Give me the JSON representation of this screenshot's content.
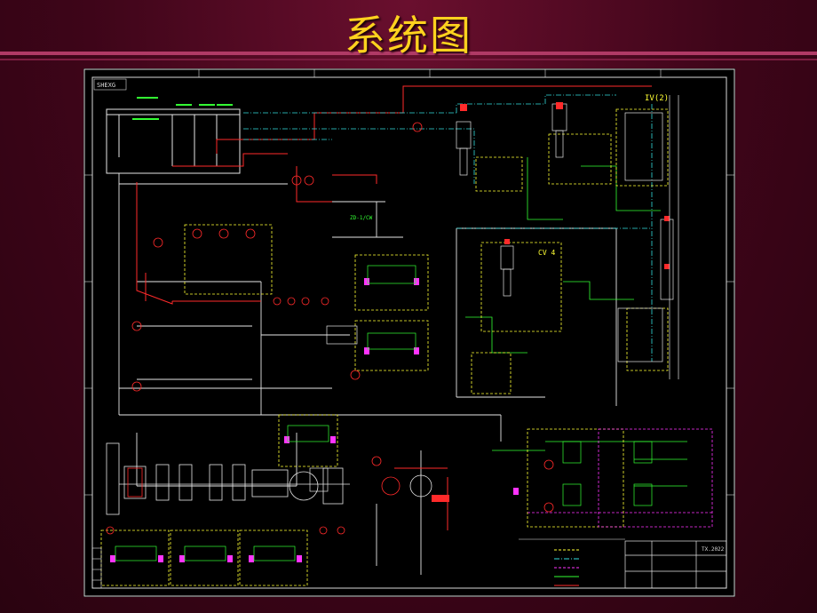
{
  "slide": {
    "title": "系统图"
  },
  "drawing": {
    "sheet_tag": "SHEXG",
    "label_iv2": "IV(2)",
    "label_cv4": "CV 4",
    "label_zd": "ZD-1/CW",
    "title_block_code": "TX.2022"
  },
  "colors": {
    "background": "#3e0519",
    "title": "#ffd21e",
    "frame": "#d9d9d9",
    "red_line": "#ff2a2a",
    "green_line": "#33ff33",
    "yellow_dash": "#ffff33",
    "magenta_dash": "#ff33ff",
    "cyan_dash": "#33dddd",
    "white_line": "#e6e6e6"
  }
}
